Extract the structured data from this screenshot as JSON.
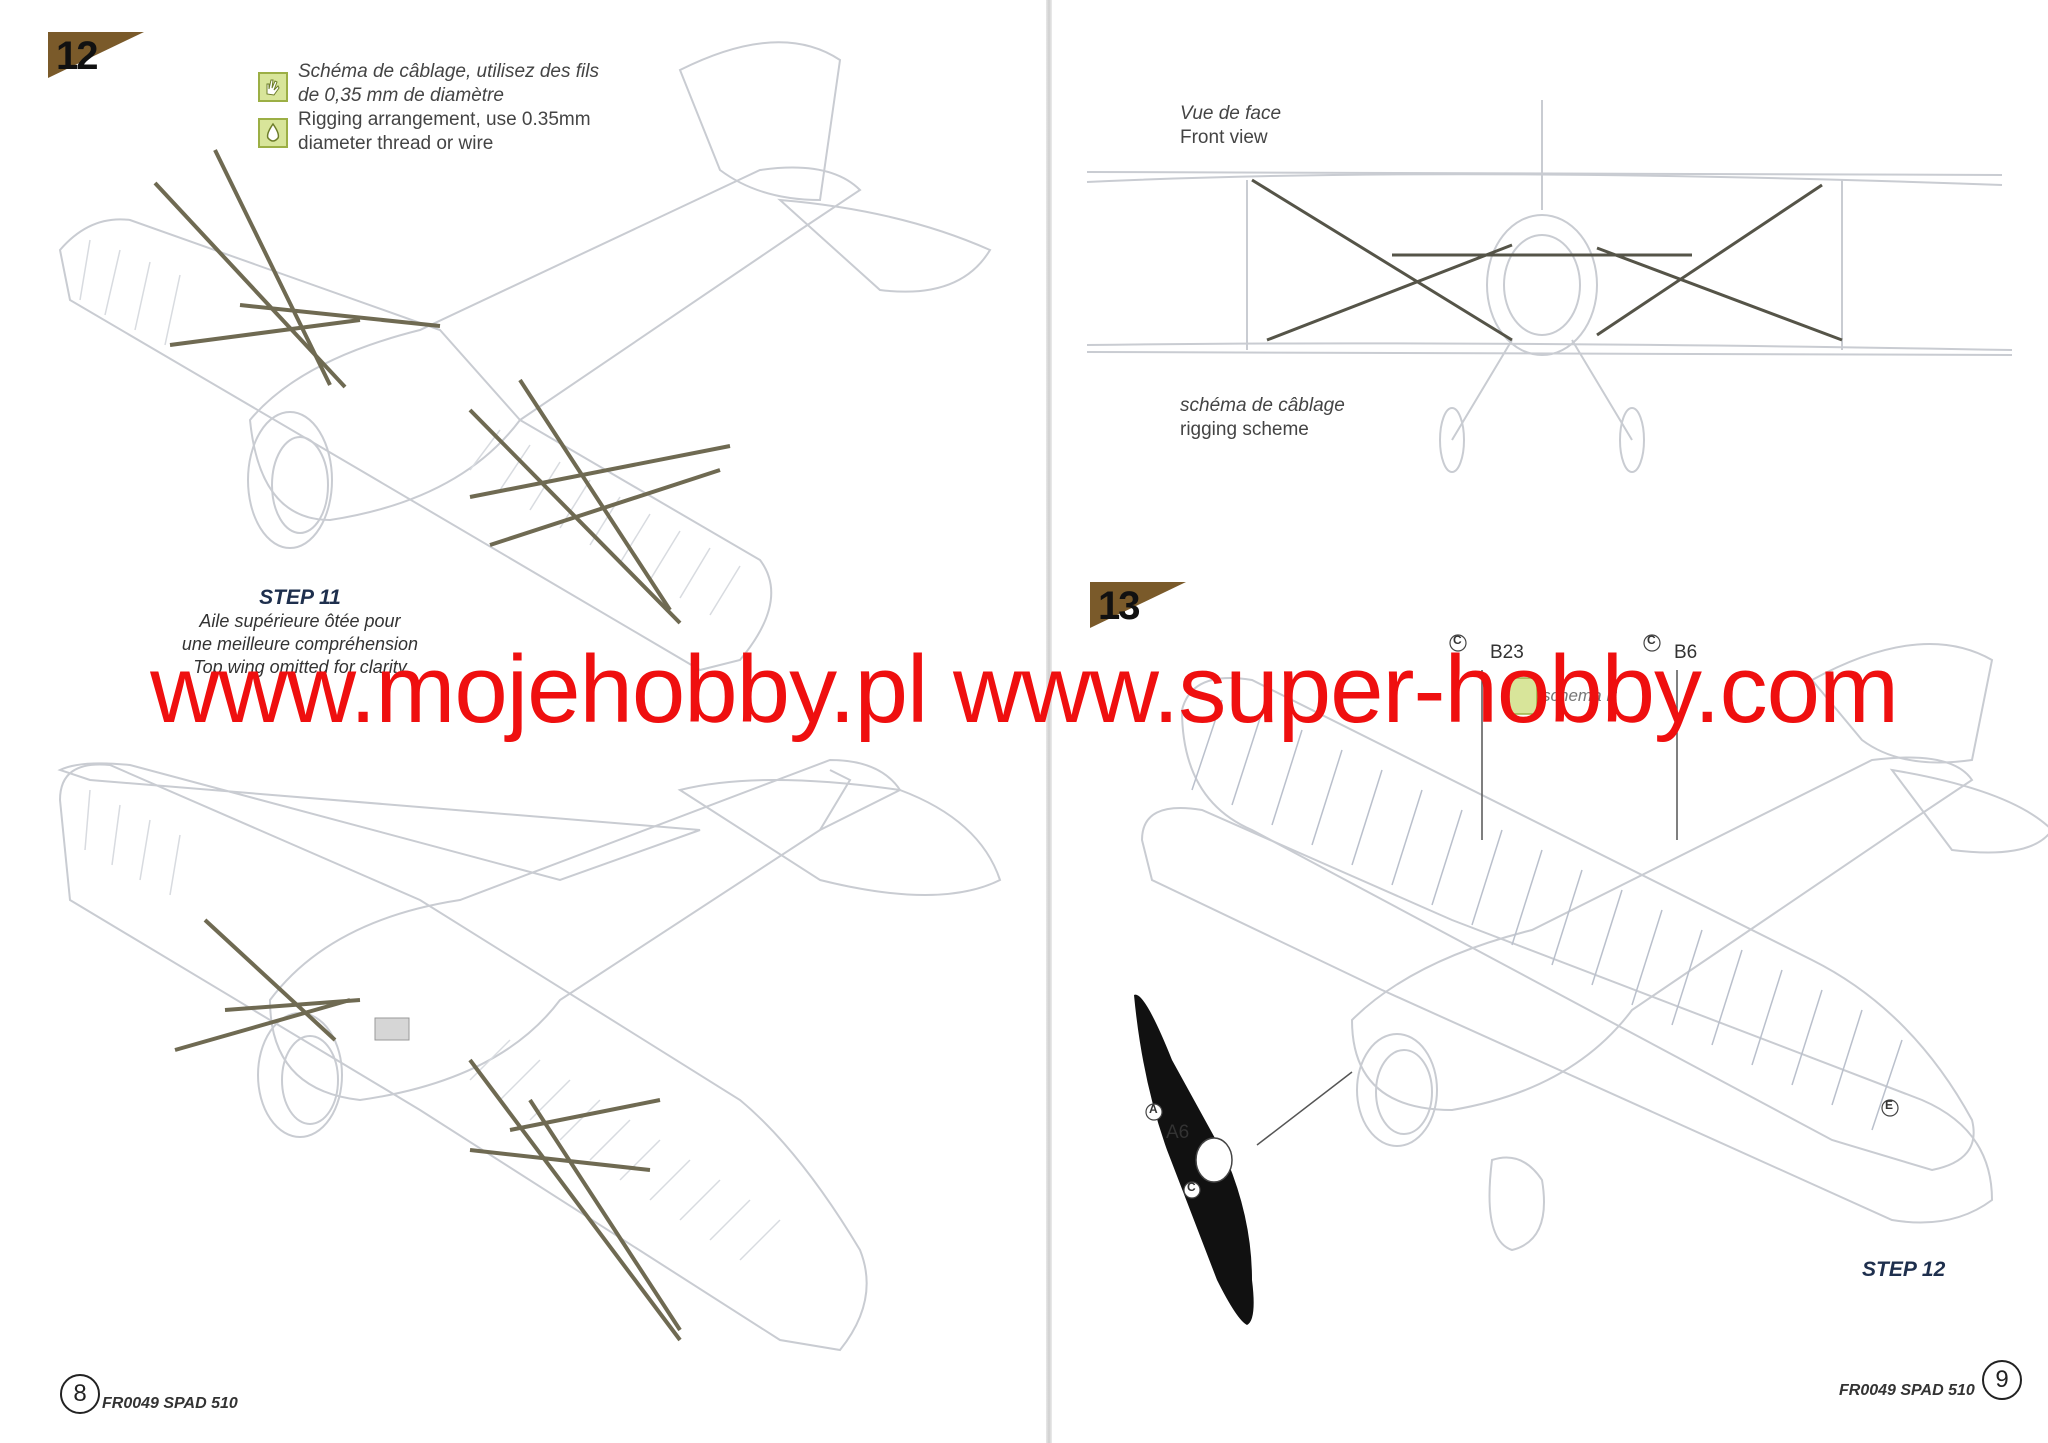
{
  "left_page": {
    "step_badge": "12",
    "rigging_note": {
      "fr_line1": "Schéma de câblage, utilisez des fils",
      "fr_line2": "de 0,35 mm de diamètre",
      "en_line1": "Rigging arrangement, use 0.35mm",
      "en_line2": "diameter thread or wire",
      "icons": [
        "hand-icon",
        "glue-drop-icon"
      ]
    },
    "step_label": {
      "title": "STEP 11",
      "fr_line1": "Aile supérieure ôtée pour",
      "fr_line2": "une meilleure compréhension",
      "en_line": "Top wing omitted for clarity"
    },
    "page_number": "8",
    "footer": "FR0049 SPAD 510"
  },
  "right_page": {
    "front_view": {
      "fr": "Vue de face",
      "en": "Front view"
    },
    "rigging_scheme": {
      "fr": "schéma de câblage",
      "en": "rigging scheme"
    },
    "step_badge": "13",
    "parts": [
      "B23",
      "B6",
      "A6"
    ],
    "part_letters": [
      "C",
      "C",
      "A",
      "C",
      "E"
    ],
    "scheme_label": "schema B",
    "step_label": "STEP 12",
    "page_number": "9",
    "footer": "FR0049 SPAD 510"
  },
  "watermark": "www.mojehobby.pl www.super-hobby.com",
  "colors": {
    "rigging_wire": "#6f6a52",
    "badge_brown": "#7a5a2a",
    "outline": "#c9ccd2",
    "watermark": "#ef0f0f"
  }
}
